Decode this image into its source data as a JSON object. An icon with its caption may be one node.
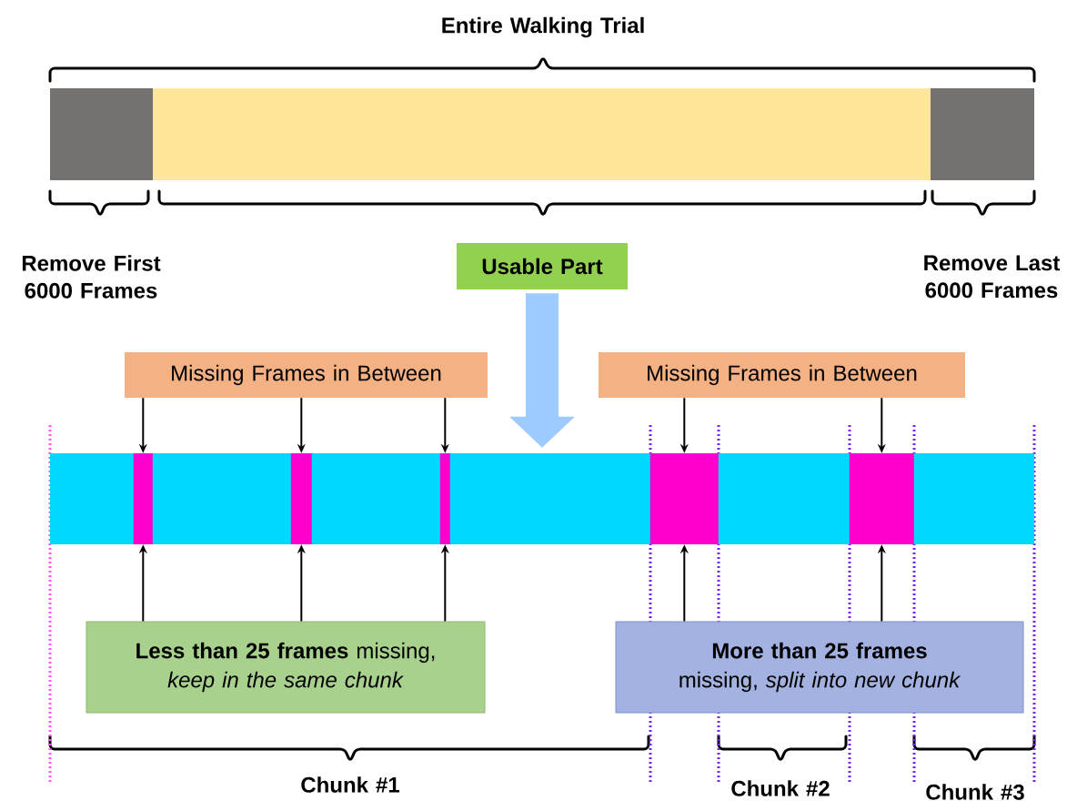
{
  "diagram": {
    "nodes": [
      {
        "text": [
          "Usable Part"
        ]
      },
      {
        "text": [
          "Missing Frames in Between"
        ]
      },
      {
        "text": [
          "Missing Frames in Between"
        ]
      },
      {
        "text": [],
        "shape": "bar"
      },
      {
        "text": [],
        "shape": "bar",
        "in": 3
      },
      {
        "text": [],
        "shape": "bar",
        "in": 3
      },
      {
        "text": [],
        "shape": "bar",
        "in": 3
      },
      {
        "text": [],
        "shape": "bar",
        "in": 3
      },
      {
        "text": [],
        "shape": "bar",
        "in": 3
      },
      {
        "text": [
          "**Less than 25 frames** missing, *keep in the same chunk*"
        ]
      },
      {
        "text": [
          "**More than 25 frames** missing, *split into new chunk*"
        ]
      }
    ],
    "edges": [
      {
        "from": 0,
        "to": 3,
        "arrow": "to",
        "style": "thick",
        "color": "#9dcbff"
      },
      {
        "from": 1,
        "to": 4,
        "arrow": "to"
      },
      {
        "from": 1,
        "to": 5,
        "arrow": "to"
      },
      {
        "from": 1,
        "to": 6,
        "arrow": "to"
      },
      {
        "from": 2,
        "to": 7,
        "arrow": "to"
      },
      {
        "from": 2,
        "to": 8,
        "arrow": "to"
      },
      {
        "from": 9,
        "to": 4,
        "arrow": "to"
      },
      {
        "from": 9,
        "to": 5,
        "arrow": "to"
      },
      {
        "from": 9,
        "to": 6,
        "arrow": "to"
      },
      {
        "from": 10,
        "to": 7,
        "arrow": "to"
      },
      {
        "from": 10,
        "to": 8,
        "arrow": "to"
      }
    ],
    "labels": [
      "Entire Walking Trial",
      "Remove First 6000 Frames",
      "Remove Last 6000 Frames",
      "Chunk #1",
      "Chunk #2",
      "Chunk #3"
    ]
  }
}
